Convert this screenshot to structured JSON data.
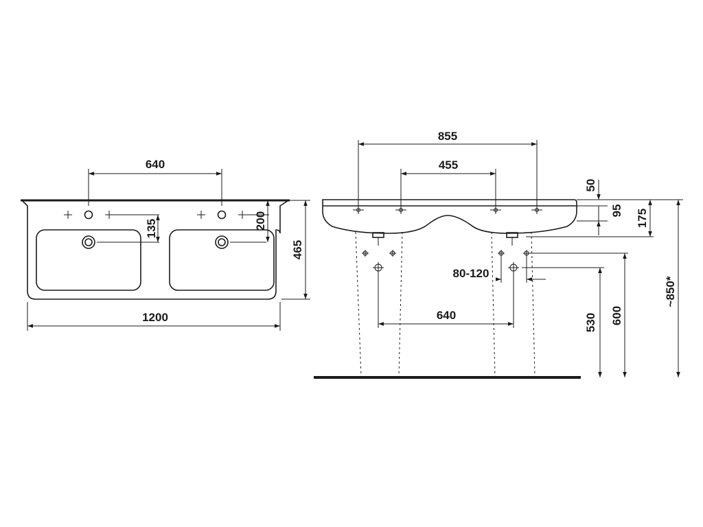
{
  "top_view": {
    "dim_tap_spacing": "640",
    "dim_front_to_tap": "135",
    "dim_front_to_overflow": "200",
    "dim_depth": "465",
    "dim_width": "1200"
  },
  "front_view": {
    "dim_bracket_outer": "855",
    "dim_bracket_inner": "455",
    "dim_rim": "50",
    "dim_front_thickness": "95",
    "dim_bowl_depth": "175",
    "dim_waste_offset": "80-120",
    "dim_waste_spacing": "640",
    "dim_waste_height": "530",
    "dim_supply_height": "600",
    "dim_rim_height": "~850*"
  },
  "colors": {
    "line": "#1a1a1a",
    "background": "#ffffff"
  }
}
